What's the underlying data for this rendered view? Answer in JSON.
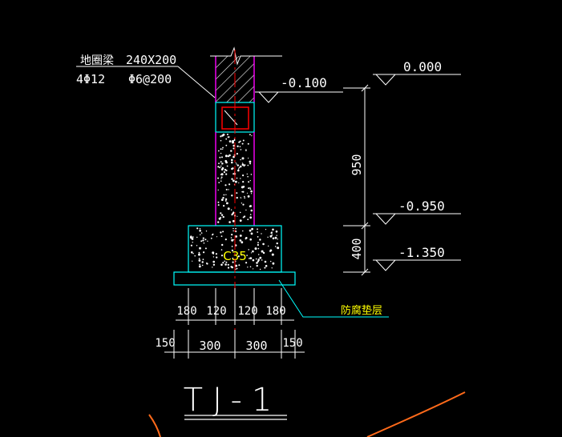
{
  "drawing": {
    "title": "TJ-1",
    "beam": {
      "name": "地圈梁",
      "size": "240X200",
      "main_rebar": "4Φ12",
      "stirrup": "Φ6@200"
    },
    "concrete_grade": "C35",
    "cushion_label": "防腐垫层",
    "elevations": [
      "0.000",
      "-0.100",
      "-0.950",
      "-1.350"
    ],
    "vertical_dims": [
      "950",
      "400"
    ],
    "upper_dims": [
      "180",
      "120",
      "120",
      "180"
    ],
    "lower_dims": [
      "150",
      "300",
      "300",
      "150"
    ]
  },
  "colors": {
    "background": "#000000",
    "white": "#ffffff",
    "cyan": "#00ffff",
    "magenta": "#ff00ff",
    "red": "#ff0000",
    "yellow": "#ffff00",
    "orange": "#ff6a1a"
  }
}
